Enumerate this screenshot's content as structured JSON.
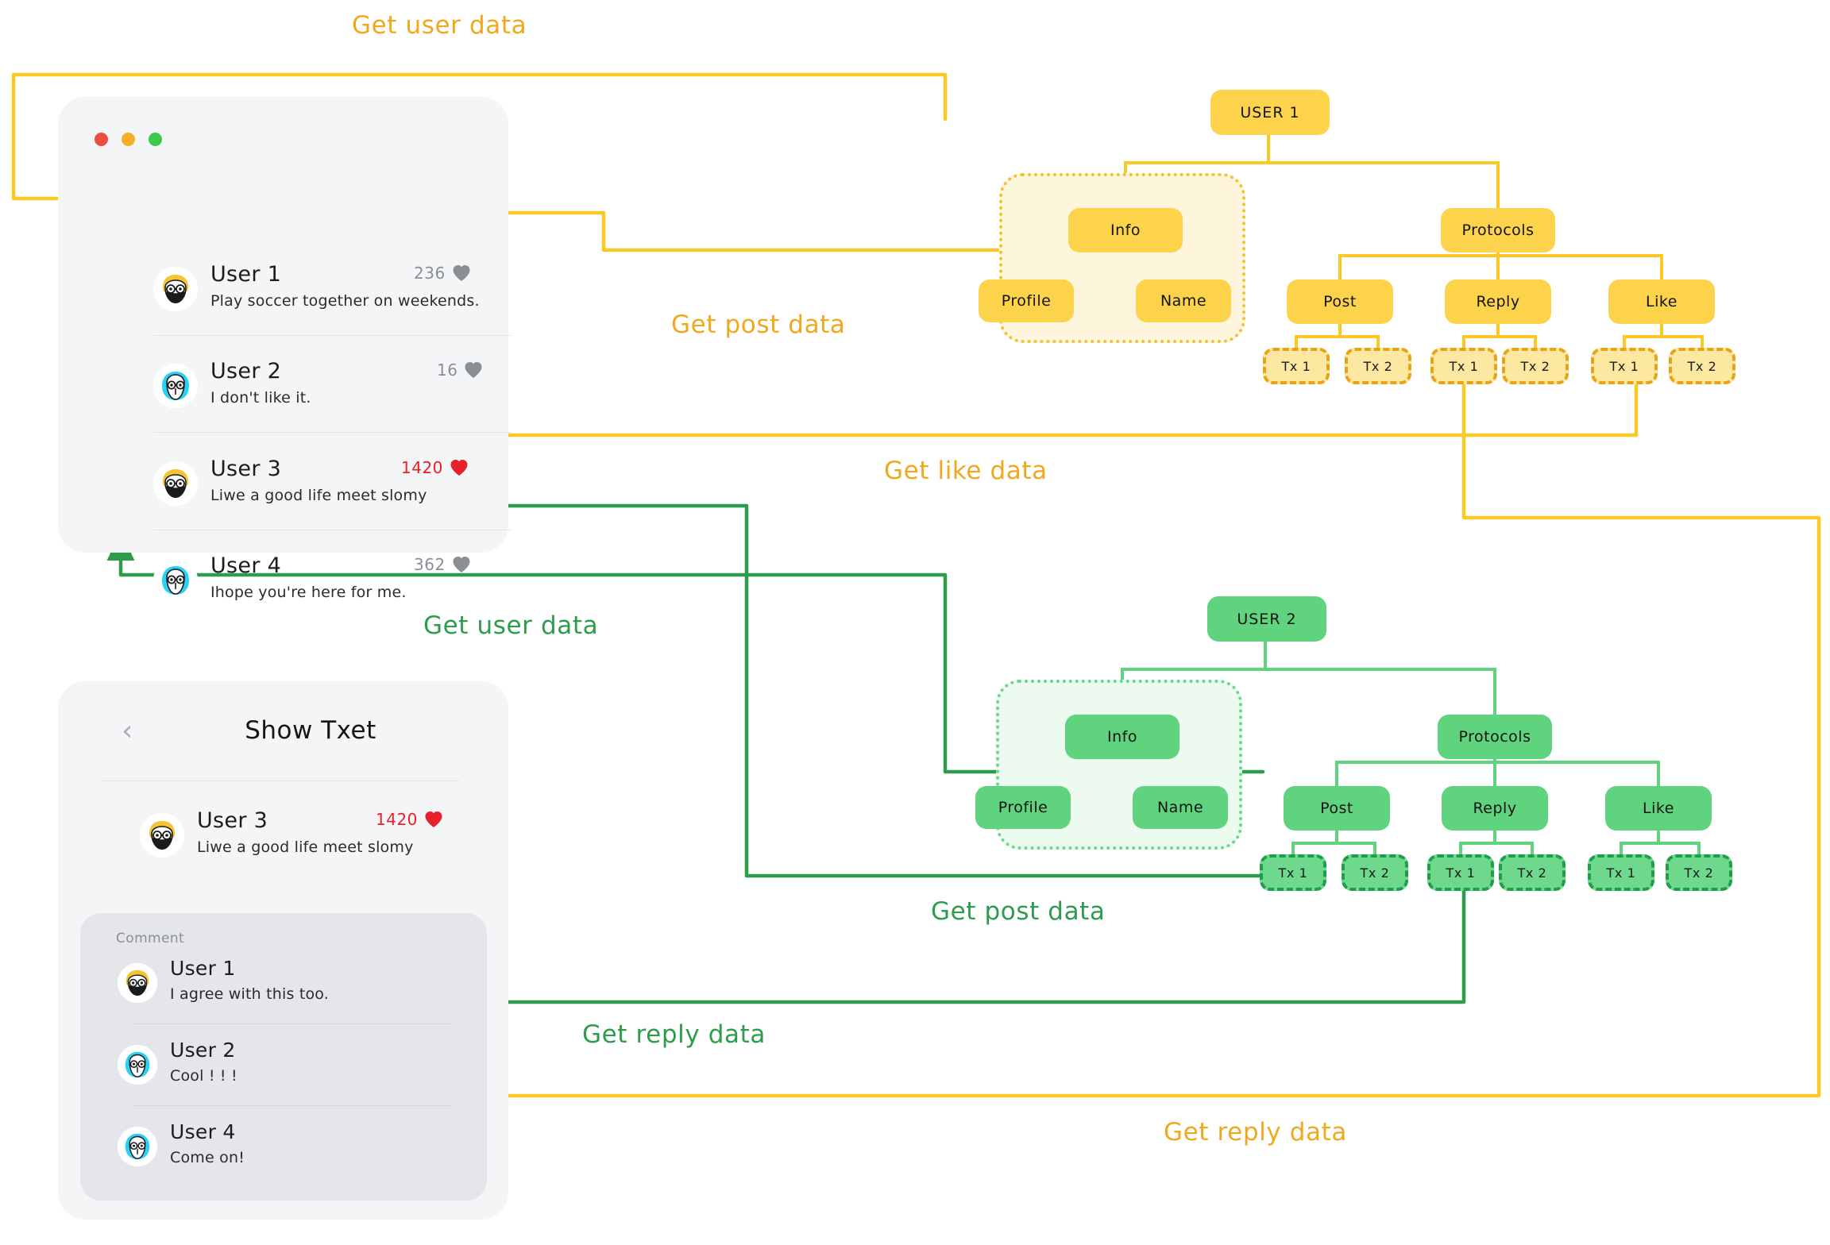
{
  "meta": {
    "colors": {
      "yellow_line": "#FBC926",
      "yellow_node": "#FCD34A",
      "yellow_group_fill": "#FEF6DC",
      "yellow_tx_fill": "#FDE8A2",
      "yellow_tx_border": "#E8A317",
      "yellow_label": "#F0A81E",
      "green_line": "#3FAF5E",
      "green_node": "#5FD37E",
      "green_group_fill": "#EDFAF0",
      "green_tx_fill": "#6ED98C",
      "green_tx_border": "#1E9E4A",
      "green_label": "#2E9D4B",
      "card_bg": "#F4F5F7",
      "comment_bg": "#E4E6EA",
      "heart_grey": "#8A8F96",
      "heart_red": "#E6212A",
      "like_count_red": "#E6212A"
    }
  },
  "feed_card": {
    "name": "feed-window",
    "traffic_lights": [
      "#EF4B41",
      "#F5B028",
      "#3CC84A"
    ],
    "rows": [
      {
        "user": "User 1",
        "text": "Play soccer together on weekends.",
        "likes": "236",
        "liked": false,
        "avatar": "avatar-yellow-beard"
      },
      {
        "user": "User 2",
        "text": "I don't like it.",
        "likes": "16",
        "liked": false,
        "avatar": "avatar-cyan-plain"
      },
      {
        "user": "User 3",
        "text": "Liwe a good life meet slomy",
        "likes": "1420",
        "liked": true,
        "avatar": "avatar-yellow-beard"
      },
      {
        "user": "User 4",
        "text": "Ihope you're here for me.",
        "likes": "362",
        "liked": false,
        "avatar": "avatar-cyan-plain"
      }
    ]
  },
  "detail_card": {
    "name": "show-text-window",
    "back_label": "‹",
    "title": "Show Txet",
    "post": {
      "user": "User 3",
      "text": "Liwe a good life meet slomy",
      "likes": "1420",
      "liked": true,
      "avatar": "avatar-yellow-beard"
    },
    "comment_label": "Comment",
    "comments": [
      {
        "user": "User 1",
        "text": "I agree with this too.",
        "avatar": "avatar-yellow-beard"
      },
      {
        "user": "User 2",
        "text": "Cool ! ! !",
        "avatar": "avatar-cyan-plain"
      },
      {
        "user": "User 4",
        "text": "Come on!",
        "avatar": "avatar-cyan-plain"
      }
    ]
  },
  "tree_yellow": {
    "root": "USER 1",
    "info": "Info",
    "profile": "Profile",
    "name_node": "Name",
    "protocols": "Protocols",
    "branches": [
      "Post",
      "Reply",
      "Like"
    ],
    "tx": [
      "Tx 1",
      "Tx 2",
      "Tx 1",
      "Tx 2",
      "Tx 1",
      "Tx 2"
    ]
  },
  "tree_green": {
    "root": "USER 2",
    "info": "Info",
    "profile": "Profile",
    "name_node": "Name",
    "protocols": "Protocols",
    "branches": [
      "Post",
      "Reply",
      "Like"
    ],
    "tx": [
      "Tx 1",
      "Tx 2",
      "Tx 1",
      "Tx 2",
      "Tx 1",
      "Tx 2"
    ]
  },
  "annotations": [
    {
      "id": "anno-get-user-data-yellow",
      "text": "Get user data",
      "color": "yellow"
    },
    {
      "id": "anno-get-post-data-yellow",
      "text": "Get post data",
      "color": "yellow"
    },
    {
      "id": "anno-get-like-data-yellow",
      "text": "Get like data",
      "color": "yellow"
    },
    {
      "id": "anno-get-user-data-green",
      "text": "Get user data",
      "color": "green"
    },
    {
      "id": "anno-get-post-data-green",
      "text": "Get post data",
      "color": "green"
    },
    {
      "id": "anno-get-reply-data-green",
      "text": "Get reply data",
      "color": "green"
    },
    {
      "id": "anno-get-reply-data-yellow",
      "text": "Get reply data",
      "color": "yellow"
    }
  ]
}
